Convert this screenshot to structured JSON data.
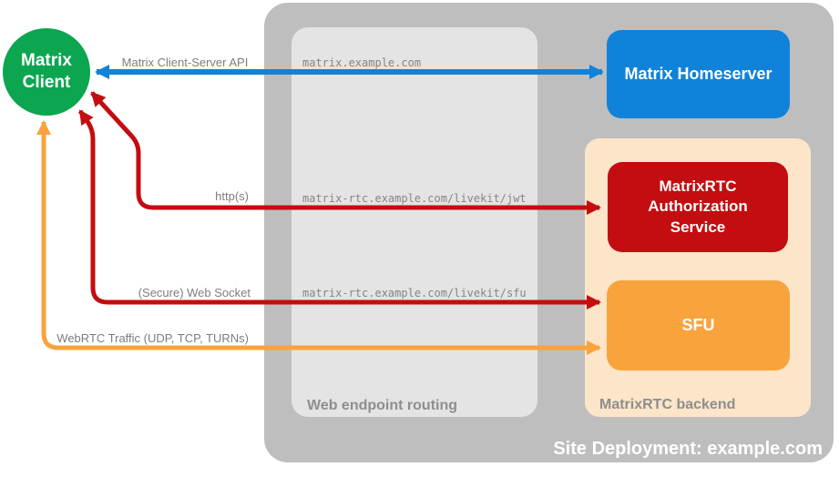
{
  "colors": {
    "container_gray": "#bebebe",
    "routing_gray": "#e4e4e4",
    "backend_peach": "#fce5c9",
    "green": "#0ba64f",
    "blue": "#1182da",
    "red": "#c40d10",
    "orange": "#f9a33c",
    "label_gray": "#7d7d7d",
    "mono_gray": "#858585",
    "panel_label_gray": "#8e8e8e",
    "white": "#ffffff"
  },
  "panels": {
    "site": {
      "label": "Site Deployment: example.com"
    },
    "routing": {
      "label": "Web endpoint routing"
    },
    "backend": {
      "label": "MatrixRTC backend"
    }
  },
  "nodes": {
    "client": {
      "label": "Matrix Client"
    },
    "homeserver": {
      "label": "Matrix Homeserver"
    },
    "auth": {
      "label": "MatrixRTC Authorization Service"
    },
    "sfu": {
      "label": "SFU"
    }
  },
  "routes": {
    "homeserver": "matrix.example.com",
    "jwt": "matrix-rtc.example.com/livekit/jwt",
    "sfu": "matrix-rtc.example.com/livekit/sfu"
  },
  "connections": {
    "api": {
      "label": "Matrix Client-Server API"
    },
    "http": {
      "label": "http(s)"
    },
    "websocket": {
      "label": "(Secure) Web Socket"
    },
    "webrtc": {
      "label": "WebRTC Traffic (UDP, TCP, TURNs)"
    }
  }
}
